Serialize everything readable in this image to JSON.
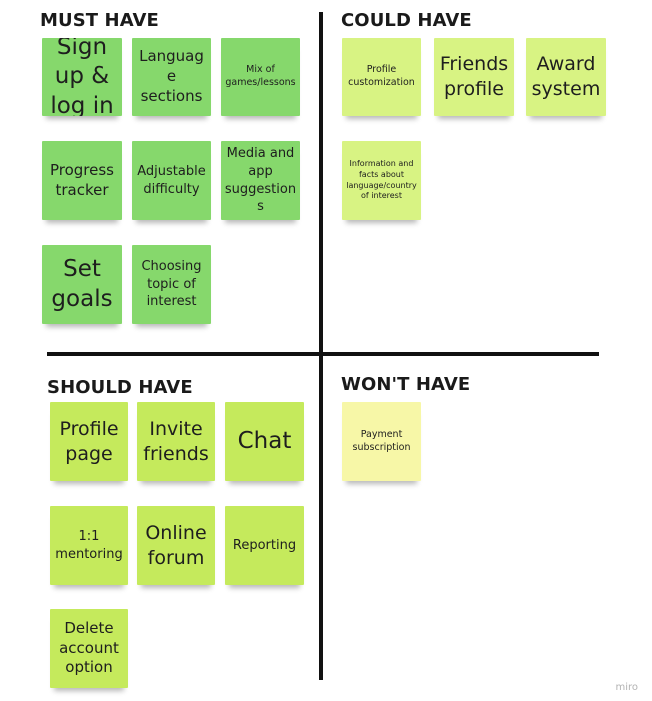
{
  "colors": {
    "must": "#86d86c",
    "should": "#c5ea5c",
    "could": "#d8f383",
    "wont": "#f7f7a7",
    "divider": "#111111"
  },
  "quadrants": {
    "must": {
      "title": "MUST HAVE",
      "notes": [
        "Sign up & log in",
        "Language sections",
        "Mix of games/lessons",
        "Progress tracker",
        "Adjustable difficulty",
        "Media and app suggestions",
        "Set goals",
        "Choosing topic of interest"
      ]
    },
    "could": {
      "title": "COULD HAVE",
      "notes": [
        "Profile customization",
        "Friends profile",
        "Award system",
        "Information and facts about language/country of interest"
      ]
    },
    "should": {
      "title": "SHOULD HAVE",
      "notes": [
        "Profile page",
        "Invite friends",
        "Chat",
        "1:1 mentoring",
        "Online forum",
        "Reporting",
        "Delete account option"
      ]
    },
    "wont": {
      "title": "WON'T HAVE",
      "notes": [
        "Payment subscription"
      ]
    }
  },
  "watermark": "miro"
}
